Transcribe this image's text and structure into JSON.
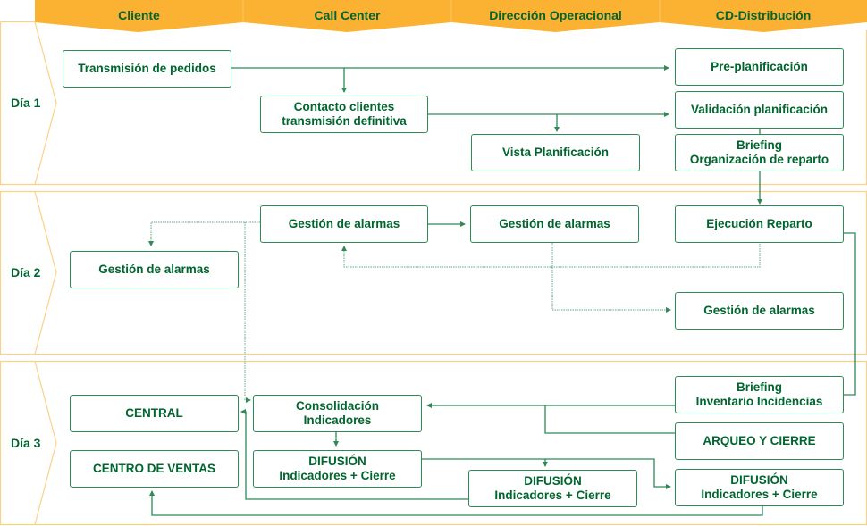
{
  "colors": {
    "header_fill": "#fbb132",
    "header_divider": "#fcc96a",
    "band_border": "#fdd089",
    "text_green": "#00652e",
    "line_green": "#2e8a57",
    "dotted_green": "#7fb89a"
  },
  "lanes": [
    {
      "label": "Cliente"
    },
    {
      "label": "Call Center"
    },
    {
      "label": "Dirección Operacional"
    },
    {
      "label": "CD-Distribución"
    }
  ],
  "days": [
    {
      "label": "Día 1"
    },
    {
      "label": "Día 2"
    },
    {
      "label": "Día 3"
    }
  ],
  "boxes": {
    "transmision_pedidos": {
      "lines": [
        "Transmisión de pedidos"
      ]
    },
    "pre_planificacion": {
      "lines": [
        "Pre-planificación"
      ]
    },
    "contacto_clientes": {
      "lines": [
        "Contacto clientes",
        "transmisión definitiva"
      ]
    },
    "validacion_planificacion": {
      "lines": [
        "Validación planificación"
      ]
    },
    "vista_planificacion": {
      "lines": [
        "Vista Planificación"
      ]
    },
    "briefing_organizacion": {
      "lines": [
        "Briefing",
        "Organización de reparto"
      ]
    },
    "alarmas_callcenter": {
      "lines": [
        "Gestión de alarmas"
      ]
    },
    "alarmas_direccion": {
      "lines": [
        "Gestión de alarmas"
      ]
    },
    "ejecucion_reparto": {
      "lines": [
        "Ejecución Reparto"
      ]
    },
    "alarmas_cliente": {
      "lines": [
        "Gestión de alarmas"
      ]
    },
    "alarmas_cd": {
      "lines": [
        "Gestión de alarmas"
      ]
    },
    "central": {
      "lines": [
        "CENTRAL"
      ]
    },
    "consolidacion": {
      "lines": [
        "Consolidación",
        "Indicadores"
      ]
    },
    "briefing_inventario": {
      "lines": [
        "Briefing",
        "Inventario Incidencias"
      ]
    },
    "arqueo_cierre": {
      "lines": [
        "ARQUEO Y CIERRE"
      ]
    },
    "centro_ventas": {
      "lines": [
        "CENTRO DE VENTAS"
      ]
    },
    "difusion_callcenter": {
      "lines": [
        "DIFUSIÓN",
        "Indicadores + Cierre"
      ]
    },
    "difusion_direccion": {
      "lines": [
        "DIFUSIÓN",
        "Indicadores + Cierre"
      ]
    },
    "difusion_cd": {
      "lines": [
        "DIFUSIÓN",
        "Indicadores + Cierre"
      ]
    }
  },
  "connectors": [
    {
      "from": "transmision_pedidos",
      "to": "pre_planificacion",
      "style": "solid"
    },
    {
      "from": "transmision_pedidos",
      "to": "contacto_clientes",
      "style": "solid"
    },
    {
      "from": "contacto_clientes",
      "to": "validacion_planificacion",
      "style": "solid"
    },
    {
      "from": "contacto_clientes",
      "to": "vista_planificacion",
      "style": "solid"
    },
    {
      "from": "validacion_planificacion",
      "to": "briefing_organizacion",
      "style": "solid"
    },
    {
      "from": "briefing_organizacion",
      "to": "ejecucion_reparto",
      "style": "solid"
    },
    {
      "from": "alarmas_callcenter",
      "to": "alarmas_direccion",
      "style": "solid"
    },
    {
      "from": "alarmas_callcenter",
      "to": "alarmas_cliente",
      "style": "dotted"
    },
    {
      "from": "alarmas_callcenter",
      "to": "consolidacion",
      "style": "dotted"
    },
    {
      "from": "ejecucion_reparto",
      "to": "alarmas_callcenter",
      "style": "dotted"
    },
    {
      "from": "alarmas_direccion",
      "to": "alarmas_cd",
      "style": "dotted"
    },
    {
      "from": "ejecucion_reparto",
      "to": "briefing_inventario",
      "style": "solid"
    },
    {
      "from": "briefing_inventario",
      "to": "consolidacion",
      "style": "solid"
    },
    {
      "from": "arqueo_cierre",
      "to": "consolidacion",
      "style": "solid"
    },
    {
      "from": "consolidacion",
      "to": "difusion_callcenter",
      "style": "solid"
    },
    {
      "from": "difusion_callcenter",
      "to": "difusion_direccion",
      "style": "solid"
    },
    {
      "from": "difusion_callcenter",
      "to": "difusion_cd",
      "style": "solid"
    },
    {
      "from": "difusion_direccion",
      "to": "central",
      "style": "solid"
    },
    {
      "from": "difusion_cd",
      "to": "centro_ventas",
      "style": "solid"
    }
  ]
}
